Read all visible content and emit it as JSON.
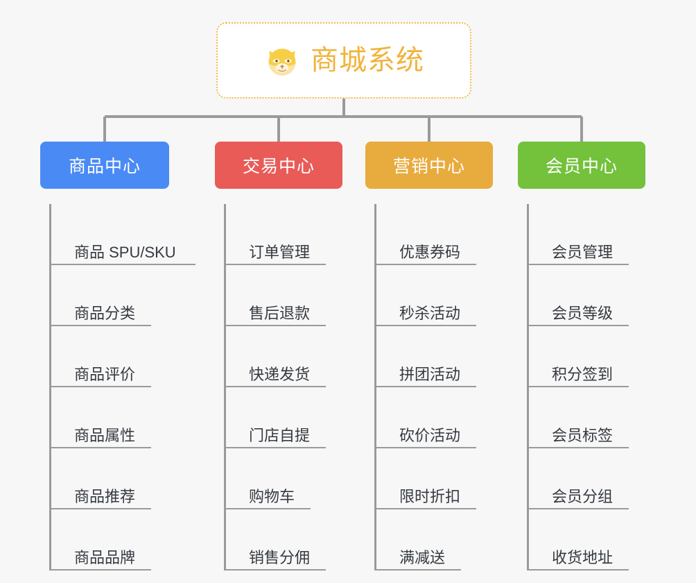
{
  "background_color": "#f7f7f7",
  "root": {
    "title": "商城系统",
    "icon": "shiba-dog-icon",
    "text_color": "#f2b33d",
    "border_color": "#f0b849",
    "fill_color": "#ffffff"
  },
  "connector_color": "#9a9a9a",
  "columns": [
    {
      "title": "商品中心",
      "color": "#4a8af4",
      "items": [
        {
          "label": "商品 SPU/SKU",
          "len": 9
        },
        {
          "label": "商品分类",
          "len": 4
        },
        {
          "label": "商品评价",
          "len": 4
        },
        {
          "label": "商品属性",
          "len": 4
        },
        {
          "label": "商品推荐",
          "len": 4
        },
        {
          "label": "商品品牌",
          "len": 4
        }
      ]
    },
    {
      "title": "交易中心",
      "color": "#e95b57",
      "items": [
        {
          "label": "订单管理",
          "len": 4
        },
        {
          "label": "售后退款",
          "len": 4
        },
        {
          "label": "快递发货",
          "len": 4
        },
        {
          "label": "门店自提",
          "len": 4
        },
        {
          "label": "购物车",
          "len": 3
        },
        {
          "label": "销售分佣",
          "len": 4
        }
      ]
    },
    {
      "title": "营销中心",
      "color": "#e8ab3d",
      "items": [
        {
          "label": "优惠券码",
          "len": 4
        },
        {
          "label": "秒杀活动",
          "len": 4
        },
        {
          "label": "拼团活动",
          "len": 4
        },
        {
          "label": "砍价活动",
          "len": 4
        },
        {
          "label": "限时折扣",
          "len": 4
        },
        {
          "label": "满减送",
          "len": 3
        }
      ]
    },
    {
      "title": "会员中心",
      "color": "#74c13c",
      "items": [
        {
          "label": "会员管理",
          "len": 4
        },
        {
          "label": "会员等级",
          "len": 4
        },
        {
          "label": "积分签到",
          "len": 4
        },
        {
          "label": "会员标签",
          "len": 4
        },
        {
          "label": "会员分组",
          "len": 4
        },
        {
          "label": "收货地址",
          "len": 4
        }
      ]
    }
  ]
}
